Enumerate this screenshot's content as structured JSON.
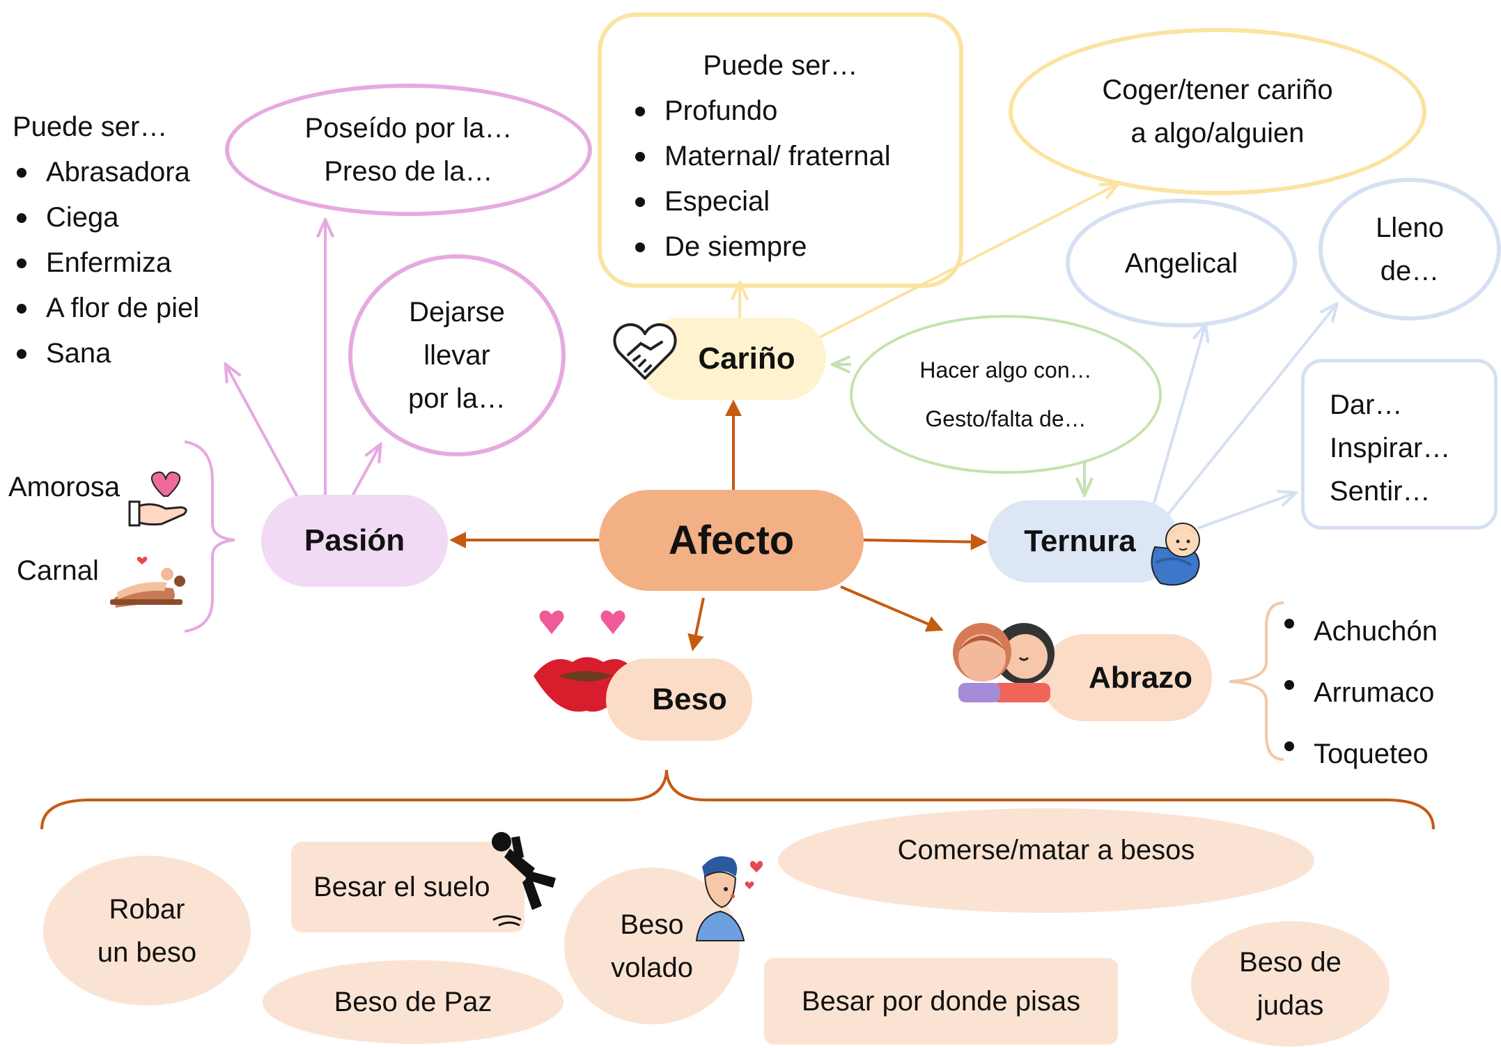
{
  "center": {
    "label": "Afecto"
  },
  "pasion": {
    "label": "Pasión",
    "list_title": "Puede ser…",
    "list_items": [
      "Abrasadora",
      "Ciega",
      "Enfermiza",
      "A flor de piel",
      "Sana"
    ],
    "poseido": [
      "Poseído por la…",
      "Preso de la…"
    ],
    "dejarse": [
      "Dejarse",
      "llevar",
      "por la…"
    ],
    "types": [
      "Amorosa",
      "Carnal"
    ]
  },
  "carino": {
    "label": "Cariño",
    "box_title": "Puede ser…",
    "box_items": [
      "Profundo",
      "Maternal/ fraternal",
      "Especial",
      "De siempre"
    ],
    "coger": [
      "Coger/tener cariño",
      "a algo/alguien"
    ]
  },
  "green_ellipse": [
    "Hacer algo con…",
    "Gesto/falta de…"
  ],
  "ternura": {
    "label": "Ternura",
    "angelical": "Angelical",
    "lleno": [
      "Lleno",
      "de…"
    ],
    "dar": [
      "Dar…",
      "Inspirar…",
      "Sentir…"
    ]
  },
  "beso": {
    "label": "Beso",
    "phrases": {
      "robar": [
        "Robar",
        "un beso"
      ],
      "besar_suelo": "Besar el suelo",
      "beso_volado": [
        "Beso",
        "volado"
      ],
      "comerse": "Comerse/matar a besos",
      "beso_paz": "Beso de Paz",
      "besar_pisas": "Besar por donde pisas",
      "beso_judas": [
        "Beso de",
        "judas"
      ]
    }
  },
  "abrazo": {
    "label": "Abrazo",
    "items": [
      "Achuchón",
      "Arrumaco",
      "Toqueteo"
    ]
  },
  "colors": {
    "pasion": "#e6a9e0",
    "pasion_fill": "#f1daf3",
    "carino": "#fbe3a0",
    "carino_fill": "#fff3cf",
    "ternura": "#d5e0f2",
    "ternura_fill": "#dde6f5",
    "green": "#c4e2b0",
    "afecto": "#f3b084",
    "beso": "#fbdcc7",
    "arrow_brown": "#c55a11"
  }
}
